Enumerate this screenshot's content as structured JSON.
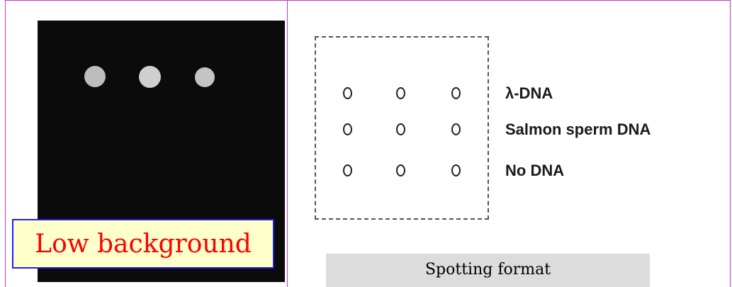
{
  "left_panel": {
    "caption": "Low background",
    "spot_color": "#c8c8c8",
    "blot_color": "#0b0b0b"
  },
  "right_panel": {
    "rows": [
      {
        "label": "λ-DNA",
        "spots": 3
      },
      {
        "label": "Salmon sperm DNA",
        "spots": 3
      },
      {
        "label": "No DNA",
        "spots": 3
      }
    ],
    "caption": "Spotting format"
  },
  "colors": {
    "frame": "#cc33cc",
    "caption_border": "#1f1ff0",
    "caption_background": "#ffffcc",
    "caption_text": "#ff0000",
    "format_caption_background": "#dcdcdc"
  }
}
